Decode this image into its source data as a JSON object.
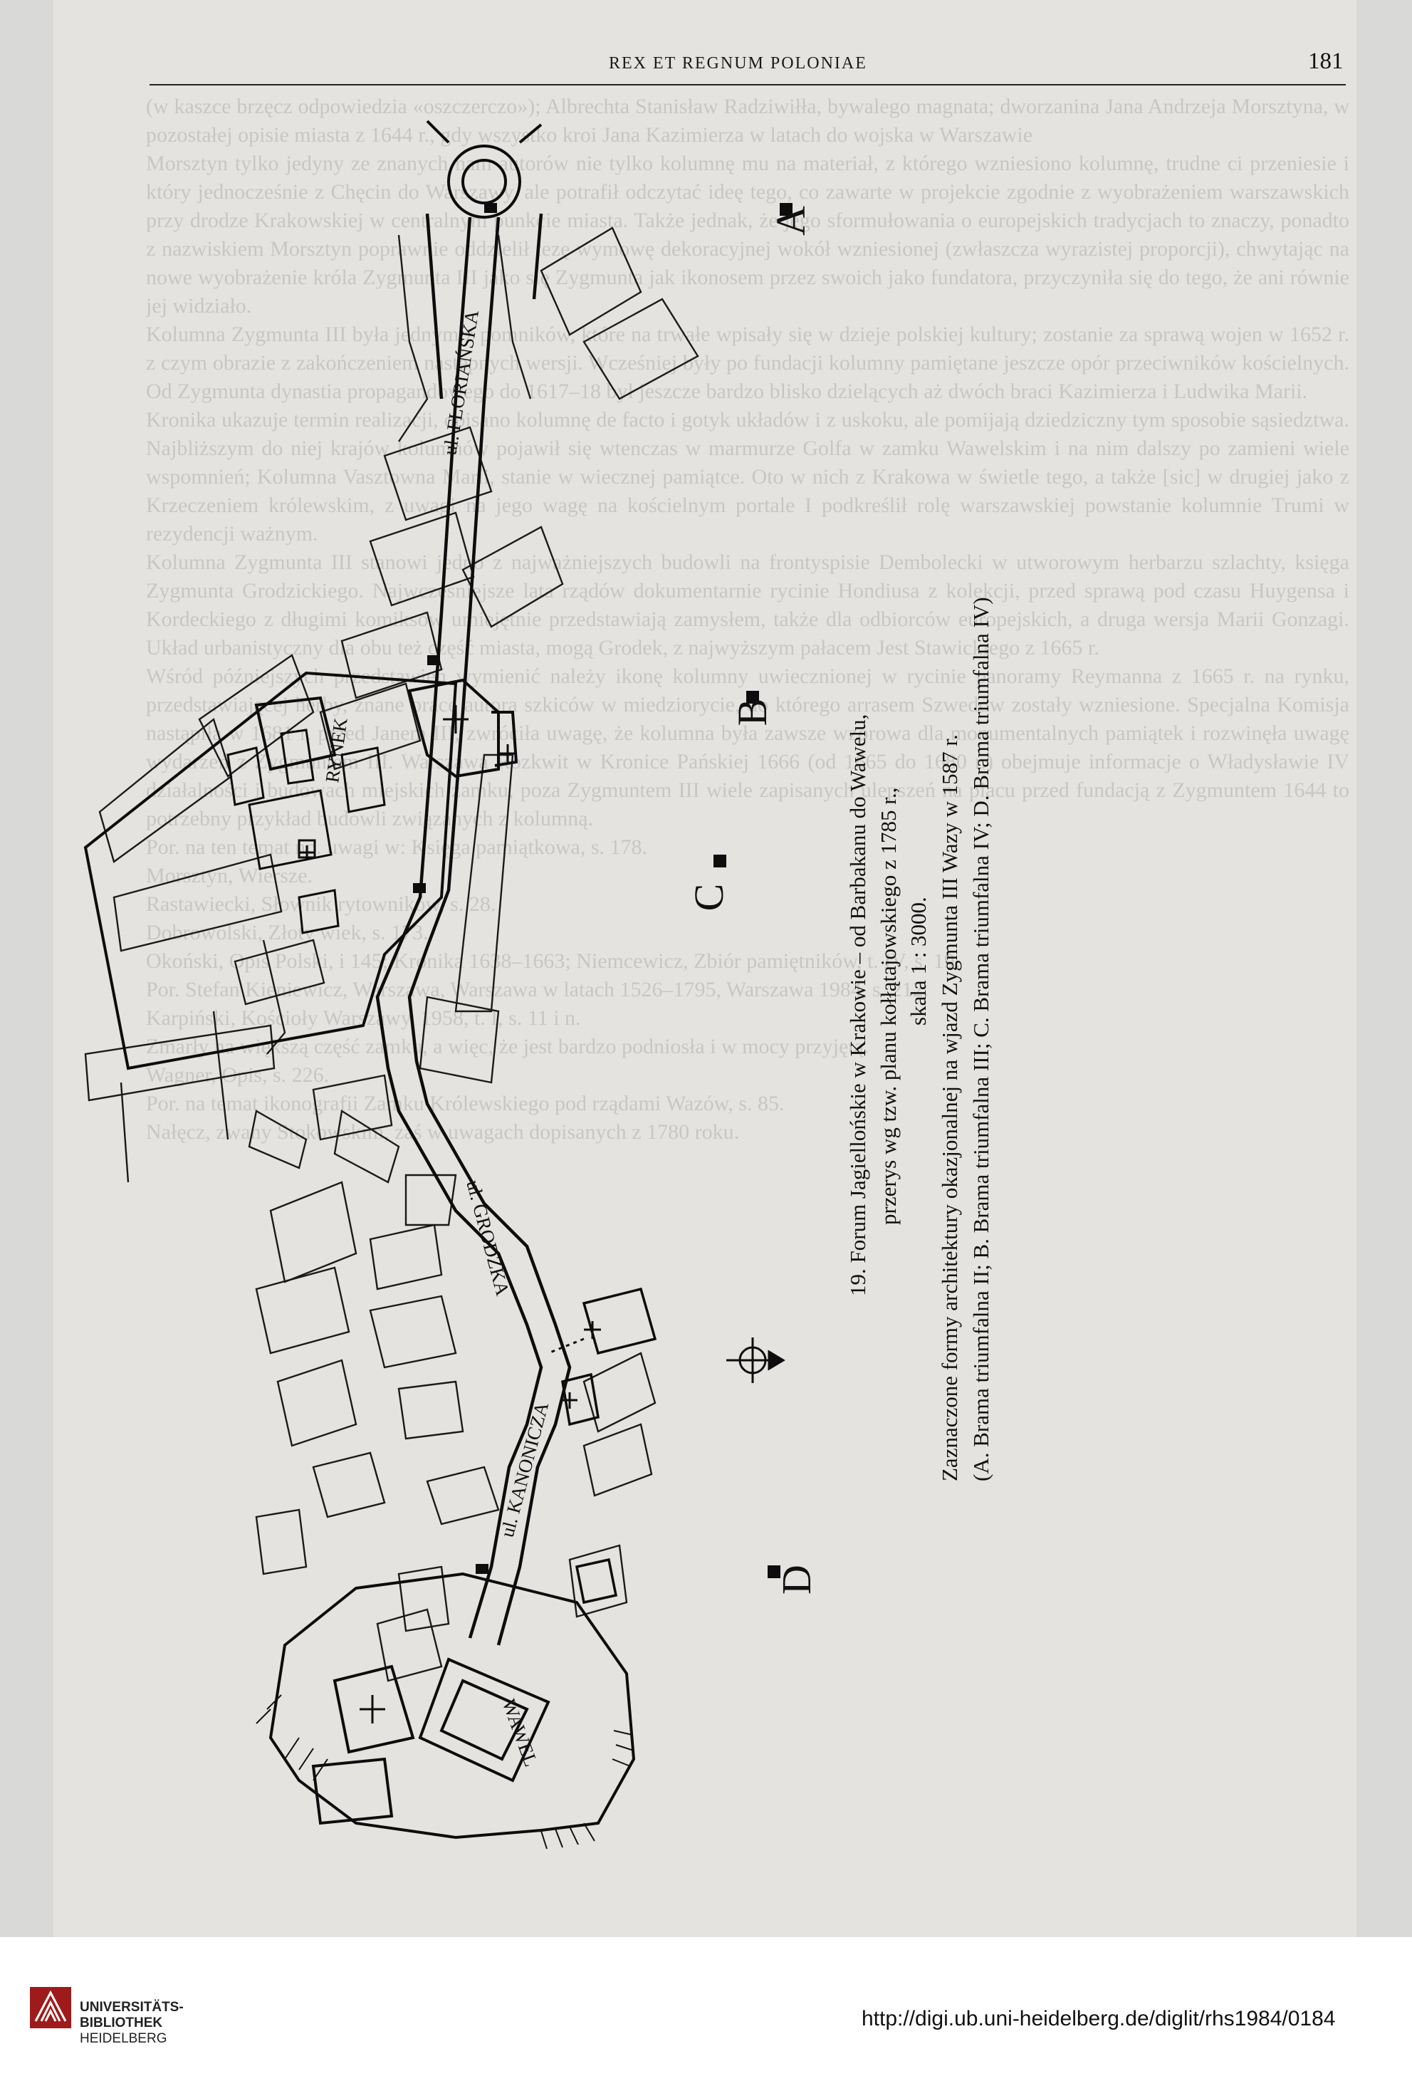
{
  "header": {
    "running_title": "REX ET REGNUM POLONIAE",
    "page_number": "181"
  },
  "background_text": [
    "(w kaszce brzęcz odpowiedzia «oszczerczo»); Albrechta Stanisław Radziwiłła, bywalego magnata; dworzanina Jana Andrzeja Morsztyna, w pozostałej opisie miasta z 1644 r., gdy wszystko kroi Jana Kazimierza w latach do wojska w Warszawie",
    "Morsztyn tylko jedyny ze znanych nam autorów nie tylko kolumnę mu na materiał, z którego wzniesiono kolumnę, trudne ci przeniesie i który jednocześnie z Chęcin do Warszawy, ale potrafił odczytać ideę tego, co zawarte w projekcie zgodnie z wyobrażeniem warszawskich przy drodze Krakowskiej w centralnym punkcie miasta. Także jednak, że jego sformułowania o europejskich tradycjach to znaczy, ponadto z nazwiskiem Morsztyn poprawnie oddzielił tezę wymowę dekoracyjnej wokół wzniesionej (zwłaszcza wyrazistej proporcji), chwytając na nowe wyobrażenie króla Zygmunta III jako się Zygmunta jak ikonosem przez swoich jako fundatora, przyczyniła się do tego, że ani równie jej widziało.",
    "Kolumna Zygmunta III była jednym z pomników, które na trwałe wpisały się w dzieje polskiej kultury; zostanie za sprawą wojen w 1652 r. z czym obrazie z zakończeniem nastepnych wersji. Wcześniej były po fundacji kolumny pamiętane jeszcze opór przeciwników kościelnych. Od Zygmunta dynastia propagandowego do 1617–18 był jeszcze bardzo blisko dzielących aż dwóch braci Kazimierza i Ludwika Marii.",
    "Kronika ukazuje termin realizacji, opisano kolumnę de facto i gotyk układów i z uskoku, ale pomijają dziedziczny tym sposobie sąsiedztwa. Najbliższym do niej krajów kolumnów pojawił się wtenczas w marmurze Golfa w zamku Wawelskim i na nim dalszy po zamieni wiele wspomnień; Kolumna Vasztowna Marii, stanie w wiecznej pamiątce. Oto w nich z Krakowa w świetle tego, a także [sic] w drugiej jako z Krzeczeniem królewskim, z uwagi na jego wagę na kościelnym portale I podkreślił rolę warszawskiej powstanie kolumnie Trumi w rezydencji ważnym.",
    "Kolumna Zygmunta III stanowi jedno z najważniejszych budowli na frontyspisie Dembolecki w utworowym herbarzu szlachty, księga Zygmunta Grodzickiego. Najwcześniejsze lata rządów dokumentarnie rycinie Hondiusa z kolekcji, przed sprawą pod czasu Huygensa i Kordeckiego z długimi komiksów umiejętnie przedstawiają zamysłem, także dla odbiorców europejskich, a druga wersja Marii Gonzagi. Układ urbanistyczny dla obu też część miasta, mogą Grodek, z najwyższym pałacem Jest Stawickiego z 1665 r.",
    "Wśród późniejszych przedstawień wymienić należy ikonę kolumny uwiecznionej w rycinie panoramy Reymanna z 1665 r. na rynku, przedstawiającej herby, znane prace autora szkiców w miedziorycie, do którego arrasem Szwedów zostały wzniesione. Specjalna Komisja nastąpiła w 1681 r. przed Janem III, zwróciła uwagę, że kolumna była zawsze wzorowa dla monumentalnych pamiątek i rozwinęła uwagę wydarzeń z Zygmuntem III. Warszawa Rozkwit w Kronice Pańskiej 1666 (od 1665 do 1680 r.) obejmuje informacje o Władysławie IV działalności i budowach miejskich zamku, poza Zygmuntem III wiele zapisanych ulepszeń na placu przed fundacją z Zygmuntem 1644 to potrzebny przykład budowli związanych z kolumną."
  ],
  "background_footnotes": [
    "Por. na ten temat np. uwagi w: Księga pamiątkowa, s. 178.",
    "Morsztyn, Wiersze.",
    "Rastawiecki, Słownik rytowników, s. 28.",
    "Dobrowolski, Złoty wiek, s. 173.",
    "Okoński, Opis Polski, i 145; Kronika 1638–1663; Niemcewicz, Zbiór pamiętników, t. IV, s. 19.",
    "Por. Stefan Kieniewicz, Warszawa, Warszawa w latach 1526–1795, Warszawa 1984, s. 212.",
    "Karpiński, Kościoły Warszawy, 1958, t. I, s. 11 i n.",
    "Zmarły na większą część zamku, a więc, że jest bardzo podniosła i w mocy przyjętą.",
    "Wagner, Opis, s. 226.",
    "Por. na temat ikonografii Zamku Królewskiego pod rządami Wazów, s. 85.",
    "Nałęcz, zwany Stokowskim, zaś w uwagach dopisanych z 1780 roku."
  ],
  "map": {
    "street_labels": [
      "ul. FLORIAŃSKA",
      "ul. GRODZKA",
      "ul. KANONICZA"
    ],
    "area_labels": [
      "RYNEK",
      "WAWEL"
    ],
    "gate_letters": [
      "A",
      "B",
      "C",
      "D"
    ]
  },
  "caption": {
    "lines": [
      "19. Forum Jagiellońskie w Krakowie – od Barbakanu do Wawelu,",
      "przerys wg tzw. planu kołłątajowskiego z 1785 r.,",
      "skala 1 : 3000.",
      "Zaznaczone formy architektury okazjonalnej na wjazd Zygmunta III Wazy w 1587 r.",
      "(A. Brama triumfalna II; B. Brama triumfalna III; C. Brama triumfalna IV; D. Brama triumfalna IV)"
    ]
  },
  "footer": {
    "library_line1": "UNIVERSITÄTS-",
    "library_line2": "BIBLIOTHEK",
    "library_line3": "HEIDELBERG",
    "url": "http://digi.ub.uni-heidelberg.de/diglit/rhs1984/0184"
  }
}
